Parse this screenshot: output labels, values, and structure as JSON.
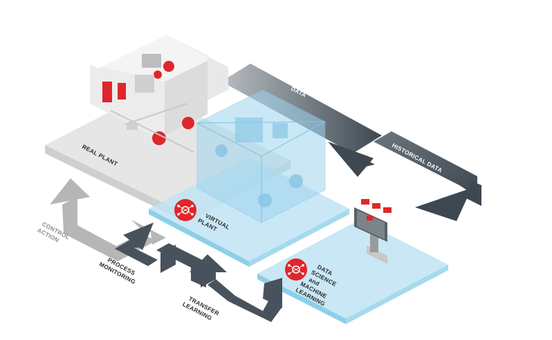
{
  "labels": {
    "real_plant": "REAL PLANT",
    "virtual_plant": [
      "VIRTUAL",
      "PLANT"
    ],
    "data_science": [
      "DATA",
      "SCIENCE",
      "and",
      "MACHINE",
      "LEARNING"
    ],
    "data": "DATA",
    "historical_data": "HISTORICAL DATA",
    "control_action": [
      "CONTROL",
      "ACTION"
    ],
    "process_monitoring": [
      "PROCESS",
      "MONITORING"
    ],
    "transfer_learning": [
      "TRANSFER",
      "LEARNING"
    ]
  },
  "colors": {
    "accent_red": "#e0262a",
    "virtual_blue": "#bfe3f3",
    "virtual_edge": "#7cc6e6",
    "arrow_dark": "#48525c",
    "arrow_grey": "#b4b6b8",
    "plant_base": "#e6e6e6",
    "plant_wall": "#f2f2f2"
  },
  "icons": {
    "virtual_plant_badge": "neural-network-icon",
    "data_science_badge": "neural-network-icon",
    "real_plant": "factory-plant-icon",
    "kiosk": "touchscreen-kiosk-icon"
  }
}
